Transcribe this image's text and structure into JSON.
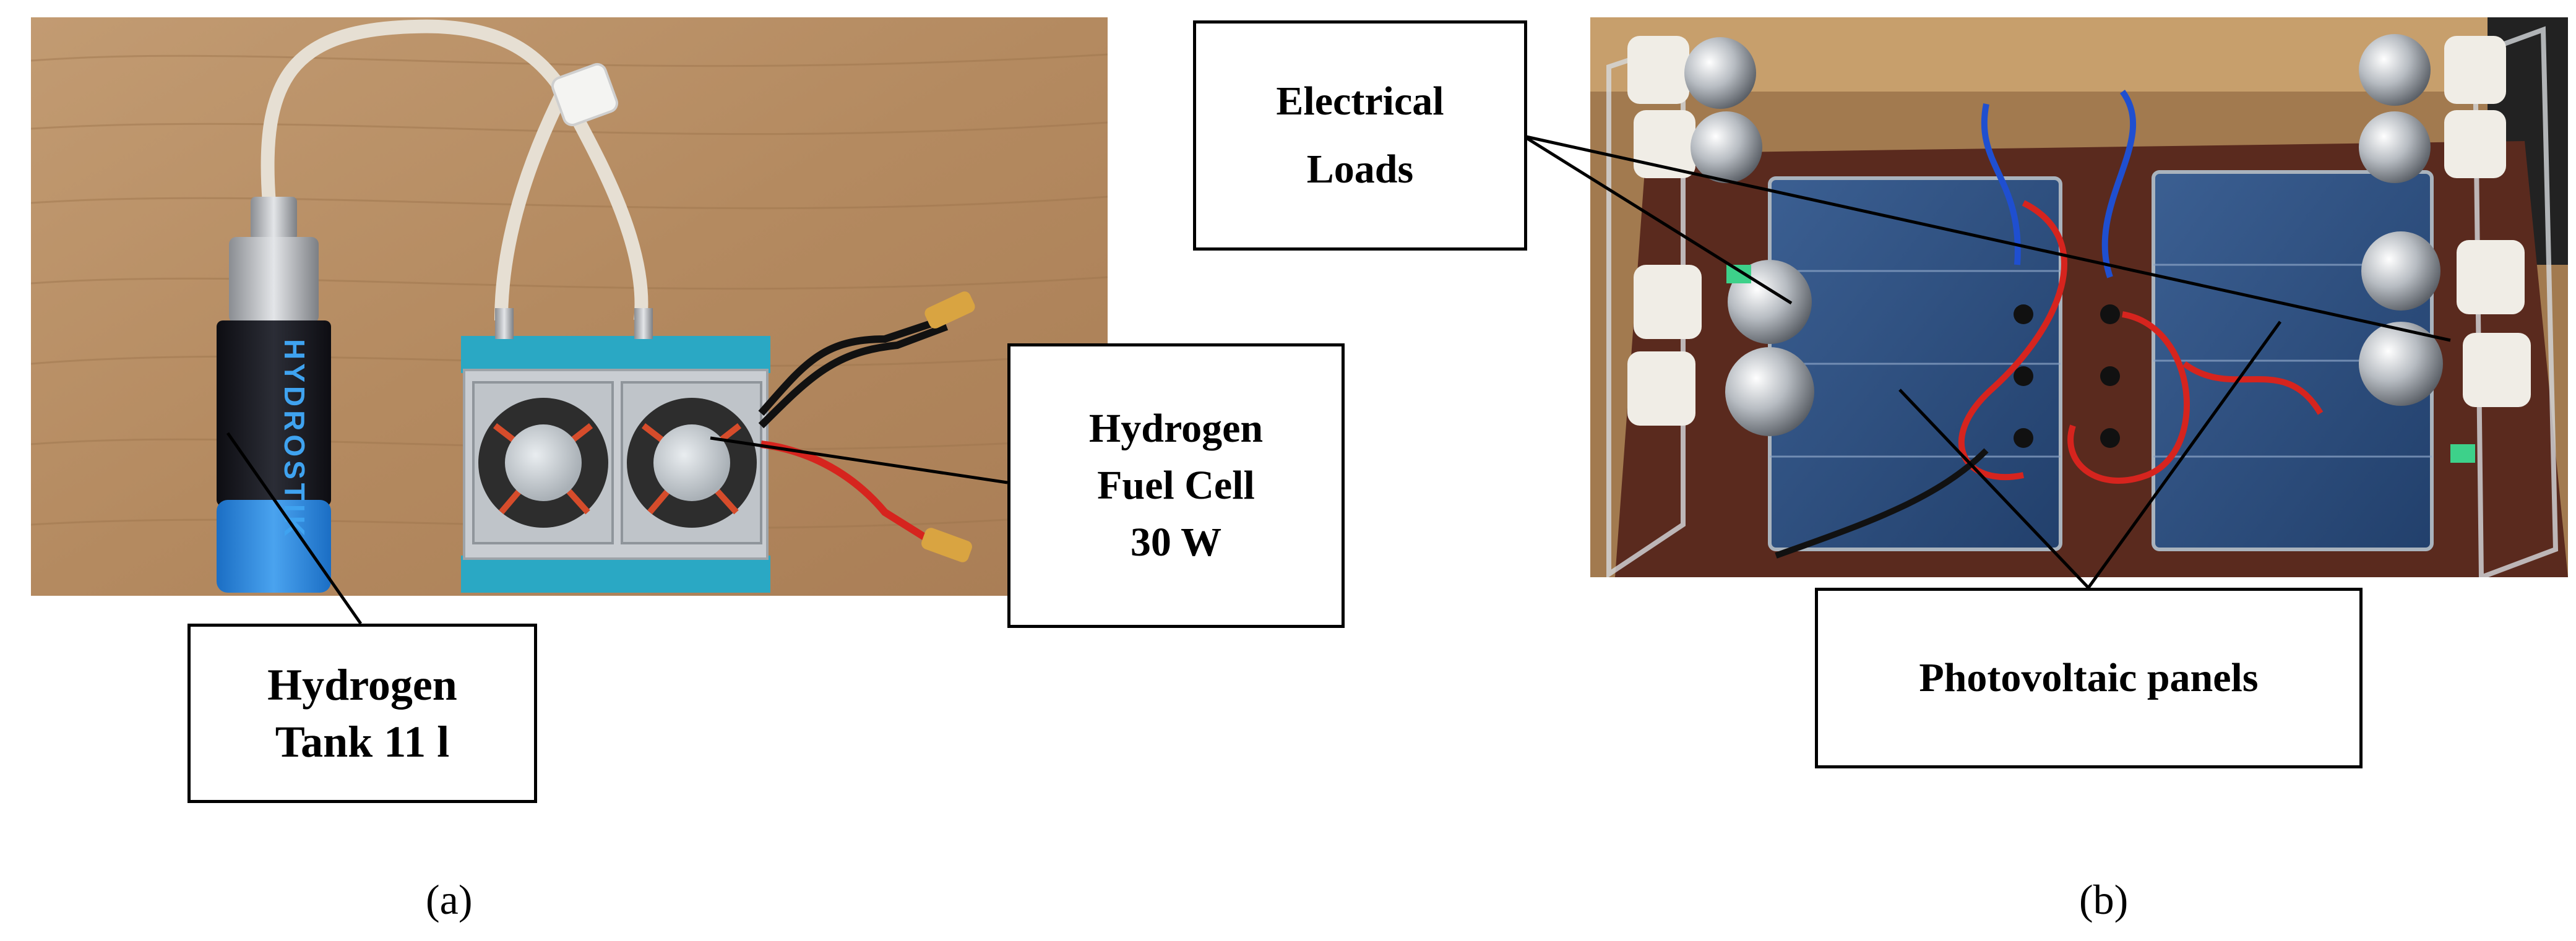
{
  "figure": {
    "panel_a": {
      "device_text": "HYDROSTIK",
      "labels": {
        "hydrogen_tank": "Hydrogen\nTank 11 l",
        "fuel_cell": "Hydrogen\nFuel Cell\n 30 W"
      },
      "caption": "(a)"
    },
    "panel_b": {
      "labels": {
        "electrical_loads": "Electrical\nLoads",
        "photovoltaic_panels": "Photovoltaic panels"
      },
      "caption": "(b)"
    },
    "colors": {
      "wood": "#b89066",
      "fuel_cell_blue": "#2aa8c4",
      "aluminium": "#c9cdd2",
      "pv_blue": "#2f4f7e",
      "board": "#5a2a1e",
      "wire_red": "#d6241e",
      "wire_blue": "#1f4fd0"
    }
  }
}
